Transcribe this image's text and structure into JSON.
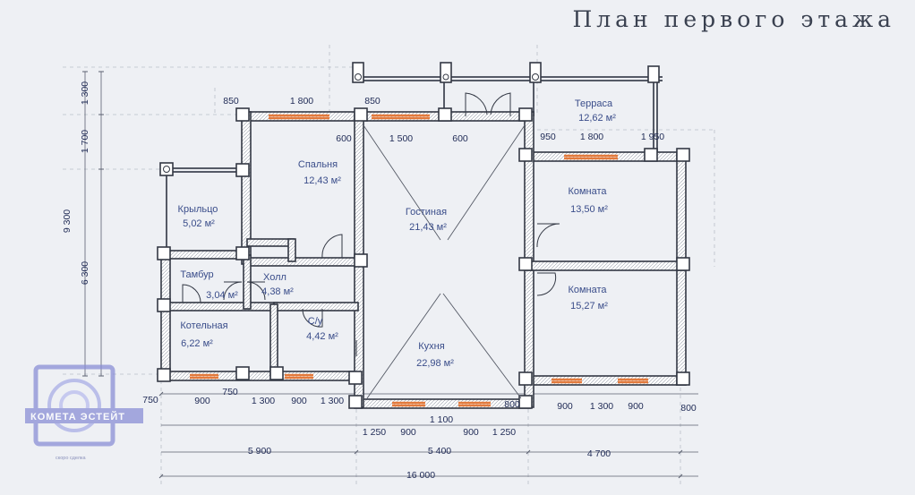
{
  "title": "План первого этажа",
  "rooms": [
    {
      "name": "Терраса",
      "area": "12,62 м²"
    },
    {
      "name": "Спальня",
      "area": "12,43 м²"
    },
    {
      "name": "Гостиная",
      "area": "21,43 м²"
    },
    {
      "name": "Комната",
      "area": "13,50 м²"
    },
    {
      "name": "Крыльцо",
      "area": "5,02 м²"
    },
    {
      "name": "Тамбур",
      "area": "3,04 м²"
    },
    {
      "name": "Холл",
      "area": "4,38 м²"
    },
    {
      "name": "Комната",
      "area": "15,27 м²"
    },
    {
      "name": "Котельная",
      "area": "6,22 м²"
    },
    {
      "name": "С/у",
      "area": "4,42 м²"
    },
    {
      "name": "Кухня",
      "area": "22,98 м²"
    }
  ],
  "dims_top": [
    "850",
    "1 800",
    "850",
    "600",
    "1 500",
    "600",
    "950",
    "1 800",
    "1 950"
  ],
  "dims_left": [
    "1 300",
    "1 700",
    "9 300",
    "6 300"
  ],
  "dims_bottom_row1": [
    "750",
    "900",
    "750",
    "1 300",
    "900",
    "1 300",
    "800",
    "900",
    "1 300",
    "900",
    "800"
  ],
  "dims_bottom_row2": [
    "1 100"
  ],
  "dims_bottom_row3": [
    "1 250",
    "900",
    "900",
    "1 250"
  ],
  "dims_bottom_row4": [
    "5 900",
    "5 400",
    "4 700"
  ],
  "dims_total": "16 000",
  "watermark": {
    "name": "КОМЕТА ЭСТЕЙТ",
    "tagline": "скоро сделка"
  }
}
